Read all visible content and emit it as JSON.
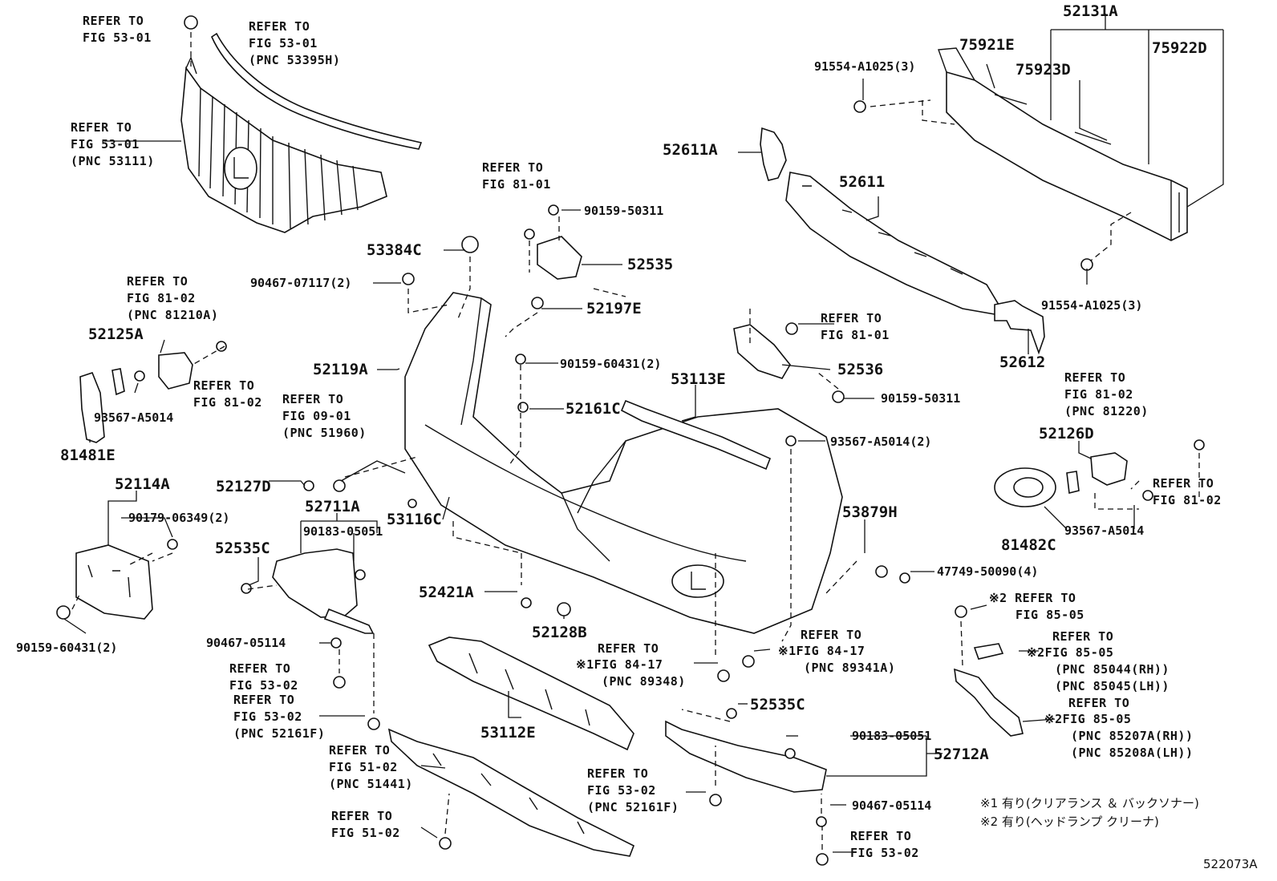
{
  "diagram": {
    "figure_code": "522073A",
    "part_numbers": {
      "p52131A": "52131A",
      "p75921E": "75921E",
      "p75923D": "75923D",
      "p75922D": "75922D",
      "p91554_top": "91554-A1025(3)",
      "p91554_bot": "91554-A1025(3)",
      "p52611A": "52611A",
      "p52611": "52611",
      "p52612": "52612",
      "p90159_50311_a": "90159-50311",
      "p52535": "52535",
      "p53384C": "53384C",
      "p90467_07117": "90467-07117(2)",
      "p52197E": "52197E",
      "p90159_60431_2": "90159-60431(2)",
      "p52536": "52536",
      "p90159_50311_b": "90159-50311",
      "p52119A": "52119A",
      "p53113E": "53113E",
      "p52161C": "52161C",
      "p52125A": "52125A",
      "p93567_A5014_a": "93567-A5014",
      "p81481E": "81481E",
      "p52127D": "52127D",
      "p53116C": "53116C",
      "p52114A": "52114A",
      "p90179_06349": "90179-06349(2)",
      "p90159_60431_b": "90159-60431(2)",
      "p52711A": "52711A",
      "p90183_05051_a": "90183-05051",
      "p52535C_a": "52535C",
      "p90467_05114_a": "90467-05114",
      "p52421A": "52421A",
      "p52128B": "52128B",
      "p53112E": "53112E",
      "p93567_A5014_2": "93567-A5014(2)",
      "p53879H": "53879H",
      "p47749_50090": "47749-50090(4)",
      "p52126D": "52126D",
      "p81482C": "81482C",
      "p93567_A5014_c": "93567-A5014",
      "p52535C_b": "52535C",
      "p90183_05051_b": "90183-05051",
      "p52712A": "52712A",
      "p90467_05114_b": "90467-05114"
    },
    "refer": {
      "r1": [
        "REFER TO",
        "FIG 53-01"
      ],
      "r2": [
        "REFER TO",
        "FIG 53-01",
        "(PNC 53395H)"
      ],
      "r3": [
        "REFER TO",
        "FIG 53-01",
        "(PNC 53111)"
      ],
      "r4": [
        "REFER TO",
        "FIG 81-01"
      ],
      "r5": [
        "REFER TO",
        "FIG 81-02",
        "(PNC 81210A)"
      ],
      "r6": [
        "REFER TO",
        "FIG 81-02"
      ],
      "r7": [
        "REFER TO",
        "FIG 09-01",
        "(PNC 51960)"
      ],
      "r8": [
        "REFER TO",
        "FIG 81-01"
      ],
      "r9": [
        "REFER TO",
        "FIG 81-02",
        "(PNC 81220)"
      ],
      "r10": [
        "REFER TO",
        "FIG 81-02"
      ],
      "r11": [
        "REFER TO",
        "FIG 53-02"
      ],
      "r12": [
        "REFER TO",
        "FIG 53-02",
        "(PNC 52161F)"
      ],
      "r13": [
        "REFER TO",
        "※1FIG 84-17",
        "(PNC 89348)"
      ],
      "r14": [
        "REFER TO",
        "※1FIG 84-17",
        "(PNC 89341A)"
      ],
      "r15": [
        "※2 REFER TO",
        "FIG 85-05"
      ],
      "r16": [
        "REFER TO",
        "※2FIG 85-05",
        "(PNC 85044(RH))",
        "(PNC 85045(LH))"
      ],
      "r17": [
        "REFER TO",
        "※2FIG 85-05",
        "(PNC 85207A(RH))",
        "(PNC 85208A(LH))"
      ],
      "r18": [
        "REFER TO",
        "FIG 51-02",
        "(PNC 51441)"
      ],
      "r19": [
        "REFER TO",
        "FIG 51-02"
      ],
      "r20": [
        "REFER TO",
        "FIG 53-02",
        "(PNC 52161F)"
      ],
      "r21": [
        "REFER TO",
        "FIG 53-02"
      ]
    },
    "notes": {
      "note1": "※1 有り(クリアランス ＆ バックソナー)",
      "note2": "※2 有り(ヘッドランプ クリーナ)"
    }
  }
}
